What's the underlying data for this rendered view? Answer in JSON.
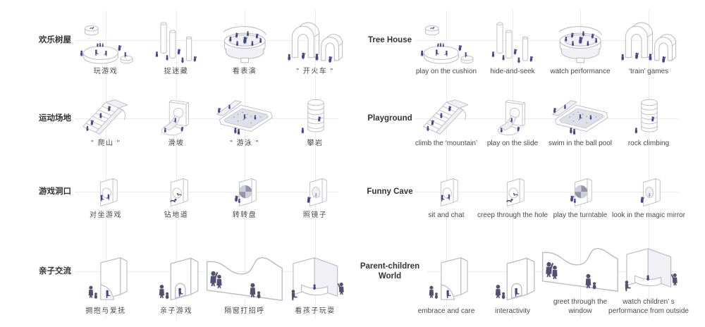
{
  "colors": {
    "background": "#ffffff",
    "figure": "#45458e",
    "figure_dark": "#515170",
    "structure_stroke": "#bcbcc6",
    "structure_fill": "#f1f1f5",
    "grid_line": "#ececee",
    "label_text": "#333333",
    "caption_text": "#4a4a4a"
  },
  "panels": [
    {
      "name": "chinese",
      "rows": [
        {
          "label": "欢乐树屋",
          "items": [
            {
              "icon": "cushion-play-icon",
              "caption": "玩游戏"
            },
            {
              "icon": "hide-and-seek-pillars-icon",
              "caption": "捉迷藏"
            },
            {
              "icon": "performance-stage-icon",
              "caption": "看表演"
            },
            {
              "icon": "train-arches-icon",
              "caption": "\" 开火车 \""
            }
          ]
        },
        {
          "label": "运动场地",
          "items": [
            {
              "icon": "climbing-stairs-icon",
              "caption": "\" 爬山 \""
            },
            {
              "icon": "slide-panel-icon",
              "caption": "滑坡"
            },
            {
              "icon": "ball-pool-icon",
              "caption": "\" 游泳 \""
            },
            {
              "icon": "rock-climbing-tower-icon",
              "caption": "攀岩"
            }
          ]
        },
        {
          "label": "游戏洞口",
          "items": [
            {
              "icon": "sit-and-chat-hole-icon",
              "caption": "对坐游戏"
            },
            {
              "icon": "creep-hole-icon",
              "caption": "钻地道"
            },
            {
              "icon": "turntable-hole-icon",
              "caption": "转转盘"
            },
            {
              "icon": "magic-mirror-hole-icon",
              "caption": "照镜子"
            }
          ]
        },
        {
          "label": "亲子交流",
          "items": [
            {
              "icon": "embrace-wall-icon",
              "caption": "拥抱与爱抚"
            },
            {
              "icon": "interactivity-arch-icon",
              "caption": "亲子游戏"
            },
            {
              "icon": "window-wall-icon",
              "caption": "隔窗打招呼"
            },
            {
              "icon": "corner-watch-icon",
              "caption": "看孩子玩耍"
            }
          ]
        }
      ]
    },
    {
      "name": "english",
      "rows": [
        {
          "label": "Tree House",
          "items": [
            {
              "icon": "cushion-play-icon",
              "caption": "play on the cushion"
            },
            {
              "icon": "hide-and-seek-pillars-icon",
              "caption": "hide-and-seek"
            },
            {
              "icon": "performance-stage-icon",
              "caption": "watch performance"
            },
            {
              "icon": "train-arches-icon",
              "caption": "‘train’ games"
            }
          ]
        },
        {
          "label": "Playground",
          "items": [
            {
              "icon": "climbing-stairs-icon",
              "caption": "climb the ‘mountain’"
            },
            {
              "icon": "slide-panel-icon",
              "caption": "play on the slide"
            },
            {
              "icon": "ball-pool-icon",
              "caption": "swim in the ball pool"
            },
            {
              "icon": "rock-climbing-tower-icon",
              "caption": "rock climbing"
            }
          ]
        },
        {
          "label": "Funny Cave",
          "items": [
            {
              "icon": "sit-and-chat-hole-icon",
              "caption": "sit and chat"
            },
            {
              "icon": "creep-hole-icon",
              "caption": "creep through the hole"
            },
            {
              "icon": "turntable-hole-icon",
              "caption": "play the turntable"
            },
            {
              "icon": "magic-mirror-hole-icon",
              "caption": "look in the magic mirror"
            }
          ]
        },
        {
          "label": "Parent-children World",
          "items": [
            {
              "icon": "embrace-wall-icon",
              "caption": "embrace and care"
            },
            {
              "icon": "interactivity-arch-icon",
              "caption": "interactivity"
            },
            {
              "icon": "window-wall-icon",
              "caption": "greet through the window"
            },
            {
              "icon": "corner-watch-icon",
              "caption": "watch children’ s performance from outside"
            }
          ]
        }
      ]
    }
  ]
}
